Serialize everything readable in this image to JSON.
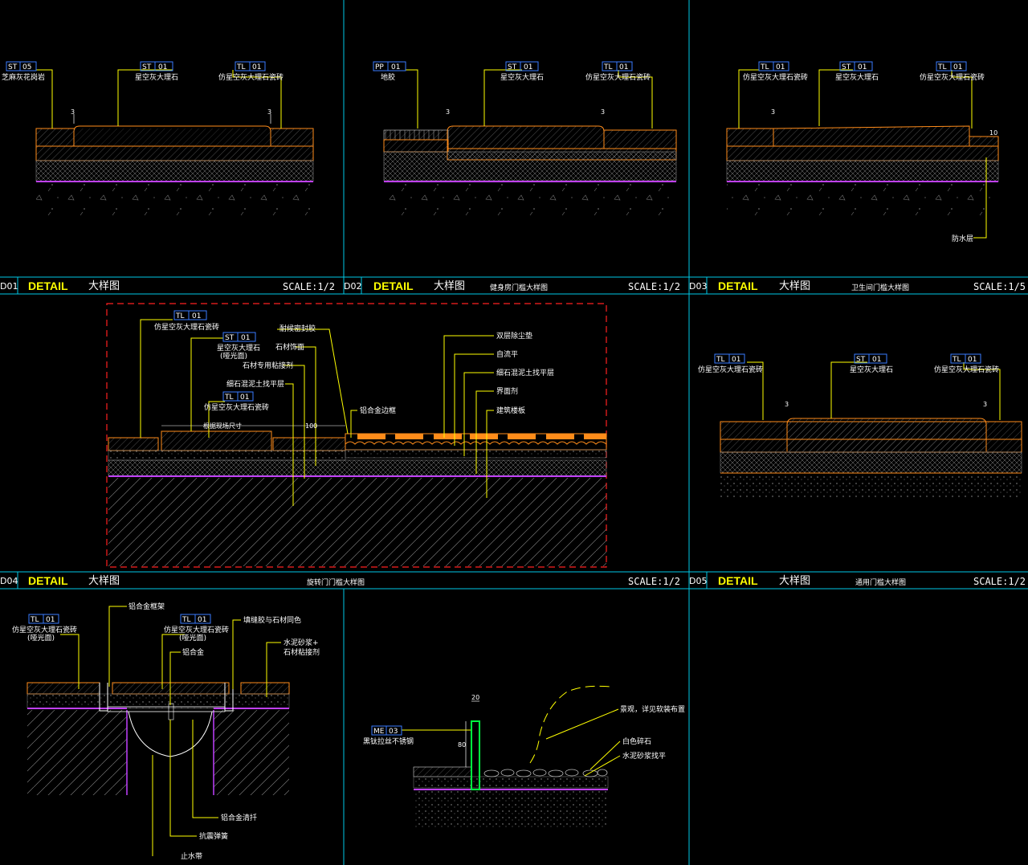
{
  "colors": {
    "frame": "#00c8e6",
    "leader": "#ffff00",
    "tag_box": "#3a7bff",
    "stone": "#ff8c1a",
    "membrane": "#c040ff",
    "hatch": "#bdbdbd",
    "green": "#00ff40",
    "red_dash": "#ff2020"
  },
  "common": {
    "detail": "DETAIL",
    "big_drawing": "大样图"
  },
  "panels": {
    "d01": {
      "number": "D01",
      "scale": "SCALE:1/2",
      "subtitle": "",
      "tags": [
        {
          "code": "ST",
          "no": "05",
          "label": "芝麻灰花岗岩"
        },
        {
          "code": "ST",
          "no": "01",
          "label": "星空灰大理石"
        },
        {
          "code": "TL",
          "no": "01",
          "label": "仿星空灰大理石瓷砖"
        }
      ],
      "dims": [
        "3",
        "3"
      ]
    },
    "d02": {
      "number": "D02",
      "scale": "SCALE:1/2",
      "subtitle": "健身房门槛大样图",
      "tags": [
        {
          "code": "PP",
          "no": "01",
          "label": "地胶"
        },
        {
          "code": "ST",
          "no": "01",
          "label": "星空灰大理石"
        },
        {
          "code": "TL",
          "no": "01",
          "label": "仿星空灰大理石瓷砖"
        }
      ],
      "dims": [
        "3",
        "3"
      ]
    },
    "d03": {
      "number": "D03",
      "scale": "SCALE:1/5",
      "subtitle": "卫生间门槛大样图",
      "tags": [
        {
          "code": "TL",
          "no": "01",
          "label": "仿星空灰大理石瓷砖"
        },
        {
          "code": "ST",
          "no": "01",
          "label": "星空灰大理石"
        },
        {
          "code": "TL",
          "no": "01",
          "label": "仿星空灰大理石瓷砖"
        }
      ],
      "note": "防水层",
      "dims": [
        "3",
        "10"
      ]
    },
    "d04": {
      "number": "D04",
      "scale": "SCALE:1/2",
      "subtitle": "旋转门门槛大样图",
      "tags": [
        {
          "code": "TL",
          "no": "01",
          "label": "仿星空灰大理石瓷砖"
        },
        {
          "code": "ST",
          "no": "01",
          "label": "星空灰大理石",
          "label2": "(哑光面)"
        },
        {
          "code": "TL",
          "no": "01",
          "label": "仿星空灰大理石瓷砖"
        }
      ],
      "notes_left": [
        "耐候密封胶",
        "石材饰面",
        "石材专用粘接剂",
        "细石混泥土找平层"
      ],
      "note_mid": "铝合金边框",
      "notes_right": [
        "双层除尘垫",
        "自流平",
        "细石混泥土找平层",
        "界面剂",
        "建筑楼板"
      ],
      "dim_label": "根据现场尺寸",
      "dim_100": "100"
    },
    "d05": {
      "number": "D05",
      "scale": "SCALE:1/2",
      "subtitle": "通用门槛大样图",
      "tags": [
        {
          "code": "TL",
          "no": "01",
          "label": "仿星空灰大理石瓷砖"
        },
        {
          "code": "ST",
          "no": "01",
          "label": "星空灰大理石"
        },
        {
          "code": "TL",
          "no": "01",
          "label": "仿星空灰大理石瓷砖"
        }
      ],
      "dims": [
        "3",
        "3"
      ]
    },
    "bl": {
      "tags": [
        {
          "code": "TL",
          "no": "01",
          "label": "仿星空灰大理石瓷砖",
          "label2": "(哑光面)"
        },
        {
          "code": "TL",
          "no": "01",
          "label": "仿星空灰大理石瓷砖",
          "label2": "(哑光面)"
        }
      ],
      "notes": [
        "铝合金框架",
        "铝合金",
        "填缝胶与石材同色",
        "水泥砂浆+",
        "石材粘接剂",
        "铝合金清扦",
        "抗震弹簧",
        "止水带"
      ]
    },
    "bm": {
      "tag": {
        "code": "ME",
        "no": "03",
        "label": "黑钛拉丝不锈钢"
      },
      "notes": [
        "景观，详见软装布置",
        "白色碎石",
        "水泥砂浆找平"
      ],
      "dims": [
        "20",
        "80"
      ]
    }
  }
}
